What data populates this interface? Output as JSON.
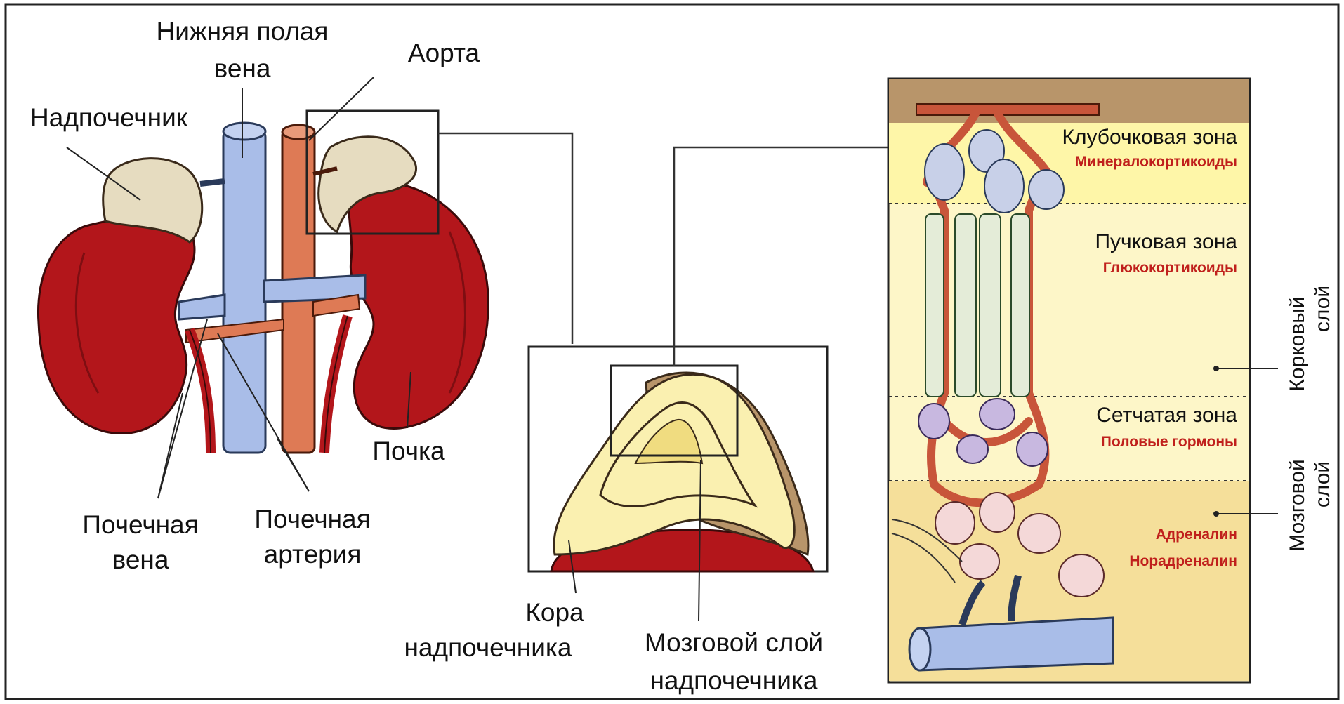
{
  "colors": {
    "kidney_red": "#b3161b",
    "kidney_dark": "#7e0e12",
    "vein_blue": "#a9bde8",
    "artery": "#de7a55",
    "adrenal_beige": "#e6dcc0",
    "cortex_yellow": "#faf0b0",
    "medulla_tan": "#b8956a",
    "zone_label_red": "#c0201c",
    "panel_bg": "#fdf6c8"
  },
  "left": {
    "ivc": "Нижняя полая вена",
    "ivc_line1": "Нижняя полая",
    "ivc_line2": "вена",
    "aorta": "Аорта",
    "adrenal": "Надпочечник",
    "kidney": "Почка",
    "renal_vein_line1": "Почечная",
    "renal_vein_line2": "вена",
    "renal_artery_line1": "Почечная",
    "renal_artery_line2": "артерия"
  },
  "middle": {
    "cortex_line1": "Кора",
    "cortex_line2": "надпочечника",
    "medulla_line1": "Мозговой слой",
    "medulla_line2": "надпочечника"
  },
  "right": {
    "zones": [
      {
        "name": "Клубочковая зона",
        "hormone": "Минералокортикоиды"
      },
      {
        "name": "Пучковая зона",
        "hormone": "Глюкокортикоиды"
      },
      {
        "name": "Сетчатая зона",
        "hormone": "Половые гормоны"
      }
    ],
    "medulla_hormone_1": "Адреналин",
    "medulla_hormone_2": "Норадреналин",
    "cortex_layer_line1": "Корковый",
    "cortex_layer_line2": "слой",
    "medulla_layer_line1": "Мозговой",
    "medulla_layer_line2": "слой"
  }
}
